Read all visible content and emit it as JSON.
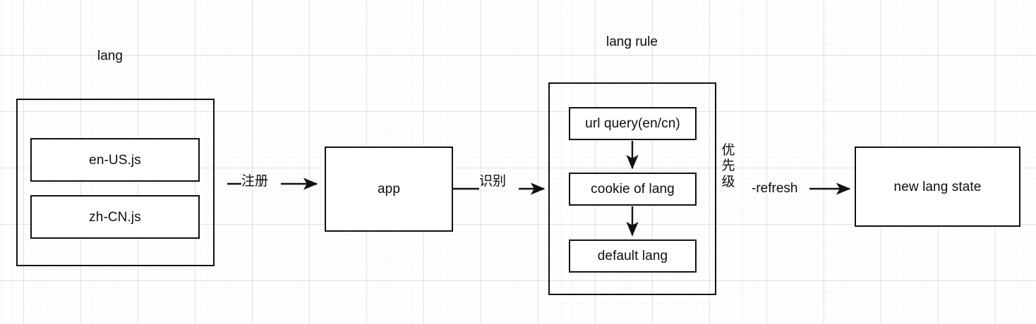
{
  "diagram": {
    "title_lang": "lang",
    "title_lang_rule": "lang rule",
    "lang_files": [
      {
        "label": "en-US.js"
      },
      {
        "label": "zh-CN.js"
      }
    ],
    "app": {
      "label": "app"
    },
    "lang_rule_steps": [
      {
        "label": "url query(en/cn)"
      },
      {
        "label": "cookie of lang"
      },
      {
        "label": "default lang"
      }
    ],
    "result": {
      "label": "new lang state"
    },
    "edges": [
      {
        "id": "register",
        "label": "注册"
      },
      {
        "id": "identify",
        "label": "识别"
      },
      {
        "id": "refresh",
        "label": "-refresh"
      }
    ],
    "priority_label": {
      "chars": [
        "优",
        "先",
        "级"
      ]
    },
    "colors": {
      "stroke": "#111111",
      "text": "#0d0d0d",
      "background": "#fefefe",
      "grid_major": "rgba(110,110,110,0.16)",
      "grid_minor": "rgba(120,120,120,0.055)"
    }
  }
}
